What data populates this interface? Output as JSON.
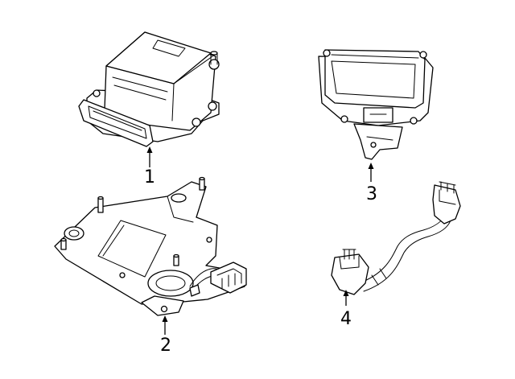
{
  "diagram": {
    "callouts": [
      {
        "number": "1"
      },
      {
        "number": "2"
      },
      {
        "number": "3"
      },
      {
        "number": "4"
      }
    ]
  }
}
